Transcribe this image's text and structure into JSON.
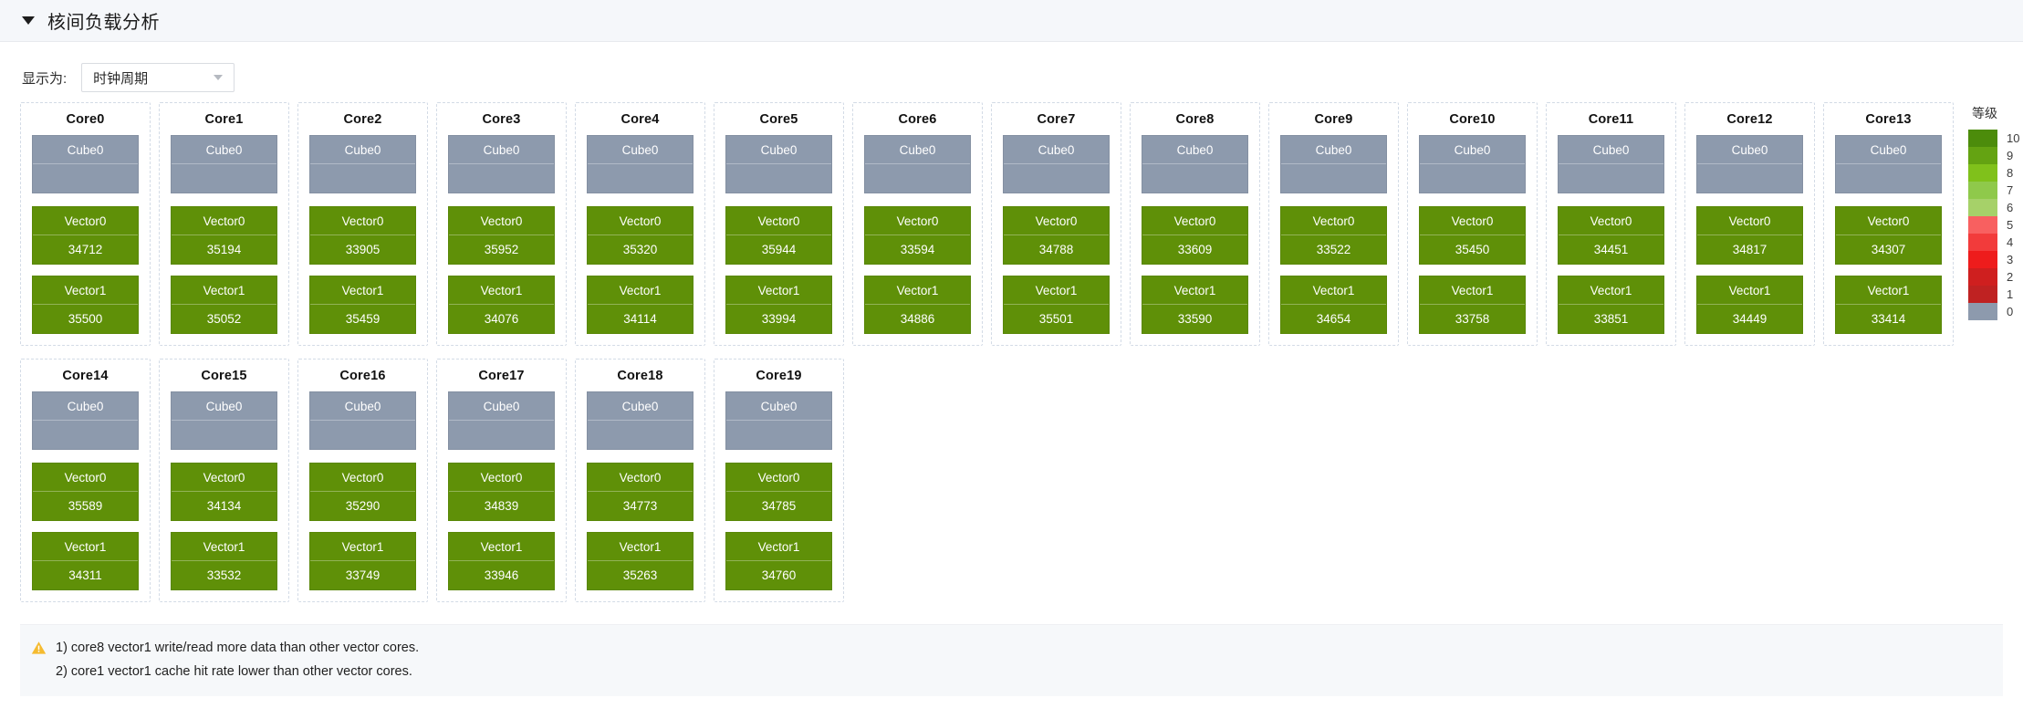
{
  "header": {
    "title": "核间负载分析",
    "caret_icon": "caret-down-icon"
  },
  "toolbar": {
    "display_as_label": "显示为:",
    "display_as_value": "时钟周期",
    "caret_icon": "chevron-down-icon"
  },
  "legend": {
    "title": "等级",
    "entries": [
      {
        "label": "10",
        "color": "#4c8c0b"
      },
      {
        "label": "9",
        "color": "#64a312"
      },
      {
        "label": "8",
        "color": "#80c11b"
      },
      {
        "label": "7",
        "color": "#8fc94b"
      },
      {
        "label": "6",
        "color": "#a6d169"
      },
      {
        "label": "5",
        "color": "#f86060"
      },
      {
        "label": "4",
        "color": "#f23b3b"
      },
      {
        "label": "3",
        "color": "#ee1c1c"
      },
      {
        "label": "2",
        "color": "#cf1f1f"
      },
      {
        "label": "1",
        "color": "#bf2222"
      },
      {
        "label": "0",
        "color": "#8d9aad"
      }
    ]
  },
  "colors": {
    "cube": "#8d9aad",
    "vector": "#5f9008",
    "panel_bg": "#f5f7fa",
    "warn": "#f5bb30"
  },
  "cores": [
    {
      "title": "Core0",
      "units": [
        {
          "name": "Cube0",
          "value": "",
          "kind": "cube"
        },
        {
          "name": "Vector0",
          "value": "34712",
          "kind": "vector"
        },
        {
          "name": "Vector1",
          "value": "35500",
          "kind": "vector"
        }
      ]
    },
    {
      "title": "Core1",
      "units": [
        {
          "name": "Cube0",
          "value": "",
          "kind": "cube"
        },
        {
          "name": "Vector0",
          "value": "35194",
          "kind": "vector"
        },
        {
          "name": "Vector1",
          "value": "35052",
          "kind": "vector"
        }
      ]
    },
    {
      "title": "Core2",
      "units": [
        {
          "name": "Cube0",
          "value": "",
          "kind": "cube"
        },
        {
          "name": "Vector0",
          "value": "33905",
          "kind": "vector"
        },
        {
          "name": "Vector1",
          "value": "35459",
          "kind": "vector"
        }
      ]
    },
    {
      "title": "Core3",
      "units": [
        {
          "name": "Cube0",
          "value": "",
          "kind": "cube"
        },
        {
          "name": "Vector0",
          "value": "35952",
          "kind": "vector"
        },
        {
          "name": "Vector1",
          "value": "34076",
          "kind": "vector"
        }
      ]
    },
    {
      "title": "Core4",
      "units": [
        {
          "name": "Cube0",
          "value": "",
          "kind": "cube"
        },
        {
          "name": "Vector0",
          "value": "35320",
          "kind": "vector"
        },
        {
          "name": "Vector1",
          "value": "34114",
          "kind": "vector"
        }
      ]
    },
    {
      "title": "Core5",
      "units": [
        {
          "name": "Cube0",
          "value": "",
          "kind": "cube"
        },
        {
          "name": "Vector0",
          "value": "35944",
          "kind": "vector"
        },
        {
          "name": "Vector1",
          "value": "33994",
          "kind": "vector"
        }
      ]
    },
    {
      "title": "Core6",
      "units": [
        {
          "name": "Cube0",
          "value": "",
          "kind": "cube"
        },
        {
          "name": "Vector0",
          "value": "33594",
          "kind": "vector"
        },
        {
          "name": "Vector1",
          "value": "34886",
          "kind": "vector"
        }
      ]
    },
    {
      "title": "Core7",
      "units": [
        {
          "name": "Cube0",
          "value": "",
          "kind": "cube"
        },
        {
          "name": "Vector0",
          "value": "34788",
          "kind": "vector"
        },
        {
          "name": "Vector1",
          "value": "35501",
          "kind": "vector"
        }
      ]
    },
    {
      "title": "Core8",
      "units": [
        {
          "name": "Cube0",
          "value": "",
          "kind": "cube"
        },
        {
          "name": "Vector0",
          "value": "33609",
          "kind": "vector"
        },
        {
          "name": "Vector1",
          "value": "33590",
          "kind": "vector"
        }
      ]
    },
    {
      "title": "Core9",
      "units": [
        {
          "name": "Cube0",
          "value": "",
          "kind": "cube"
        },
        {
          "name": "Vector0",
          "value": "33522",
          "kind": "vector"
        },
        {
          "name": "Vector1",
          "value": "34654",
          "kind": "vector"
        }
      ]
    },
    {
      "title": "Core10",
      "units": [
        {
          "name": "Cube0",
          "value": "",
          "kind": "cube"
        },
        {
          "name": "Vector0",
          "value": "35450",
          "kind": "vector"
        },
        {
          "name": "Vector1",
          "value": "33758",
          "kind": "vector"
        }
      ]
    },
    {
      "title": "Core11",
      "units": [
        {
          "name": "Cube0",
          "value": "",
          "kind": "cube"
        },
        {
          "name": "Vector0",
          "value": "34451",
          "kind": "vector"
        },
        {
          "name": "Vector1",
          "value": "33851",
          "kind": "vector"
        }
      ]
    },
    {
      "title": "Core12",
      "units": [
        {
          "name": "Cube0",
          "value": "",
          "kind": "cube"
        },
        {
          "name": "Vector0",
          "value": "34817",
          "kind": "vector"
        },
        {
          "name": "Vector1",
          "value": "34449",
          "kind": "vector"
        }
      ]
    },
    {
      "title": "Core13",
      "units": [
        {
          "name": "Cube0",
          "value": "",
          "kind": "cube"
        },
        {
          "name": "Vector0",
          "value": "34307",
          "kind": "vector"
        },
        {
          "name": "Vector1",
          "value": "33414",
          "kind": "vector"
        }
      ]
    },
    {
      "title": "Core14",
      "units": [
        {
          "name": "Cube0",
          "value": "",
          "kind": "cube"
        },
        {
          "name": "Vector0",
          "value": "35589",
          "kind": "vector"
        },
        {
          "name": "Vector1",
          "value": "34311",
          "kind": "vector"
        }
      ]
    },
    {
      "title": "Core15",
      "units": [
        {
          "name": "Cube0",
          "value": "",
          "kind": "cube"
        },
        {
          "name": "Vector0",
          "value": "34134",
          "kind": "vector"
        },
        {
          "name": "Vector1",
          "value": "33532",
          "kind": "vector"
        }
      ]
    },
    {
      "title": "Core16",
      "units": [
        {
          "name": "Cube0",
          "value": "",
          "kind": "cube"
        },
        {
          "name": "Vector0",
          "value": "35290",
          "kind": "vector"
        },
        {
          "name": "Vector1",
          "value": "33749",
          "kind": "vector"
        }
      ]
    },
    {
      "title": "Core17",
      "units": [
        {
          "name": "Cube0",
          "value": "",
          "kind": "cube"
        },
        {
          "name": "Vector0",
          "value": "34839",
          "kind": "vector"
        },
        {
          "name": "Vector1",
          "value": "33946",
          "kind": "vector"
        }
      ]
    },
    {
      "title": "Core18",
      "units": [
        {
          "name": "Cube0",
          "value": "",
          "kind": "cube"
        },
        {
          "name": "Vector0",
          "value": "34773",
          "kind": "vector"
        },
        {
          "name": "Vector1",
          "value": "35263",
          "kind": "vector"
        }
      ]
    },
    {
      "title": "Core19",
      "units": [
        {
          "name": "Cube0",
          "value": "",
          "kind": "cube"
        },
        {
          "name": "Vector0",
          "value": "34785",
          "kind": "vector"
        },
        {
          "name": "Vector1",
          "value": "34760",
          "kind": "vector"
        }
      ]
    }
  ],
  "row_breaks": [
    14
  ],
  "footnotes": [
    {
      "text": "1) core8 vector1 write/read more data than other vector cores.",
      "icon": "warning-icon"
    },
    {
      "text": "2) core1 vector1 cache hit rate lower than other vector cores.",
      "icon": ""
    }
  ]
}
